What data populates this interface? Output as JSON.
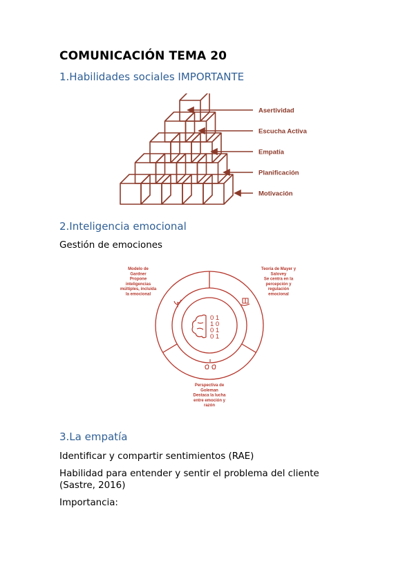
{
  "doc": {
    "title": "COMUNICACIÓN TEMA 20",
    "section1": "1.Habilidades sociales IMPORTANTE",
    "section2": "2.Inteligencia emocional",
    "section2_sub": "Gestión de emociones",
    "section3": "3.La empatía",
    "p1": "Identificar y compartir sentimientos (RAE)",
    "p2": "Habilidad para entender y sentir el problema del cliente (Sastre, 2016)",
    "p3": "Importancia:"
  },
  "pyramid": {
    "color": "#8b3a2a",
    "labels": [
      "Asertividad",
      "Escucha Activa",
      "Empatía",
      "Planificación",
      "Motivación"
    ]
  },
  "emotions_diagram": {
    "color": "#b5352a",
    "gardner": [
      "Modelo de",
      "Gardner",
      "Propone",
      "inteligencias",
      "múltiples, incluida",
      "la emocional"
    ],
    "mayer": [
      "Teoría de Mayer y",
      "Salovey",
      "Se centra en la",
      "percepción y",
      "regulación",
      "emocional"
    ],
    "goleman": [
      "Perspectiva de",
      "Goleman",
      "Destaca la lucha",
      "entre emoción y",
      "razón"
    ],
    "binary": [
      "0 1",
      "1 0",
      "0 1",
      "0 1"
    ]
  }
}
